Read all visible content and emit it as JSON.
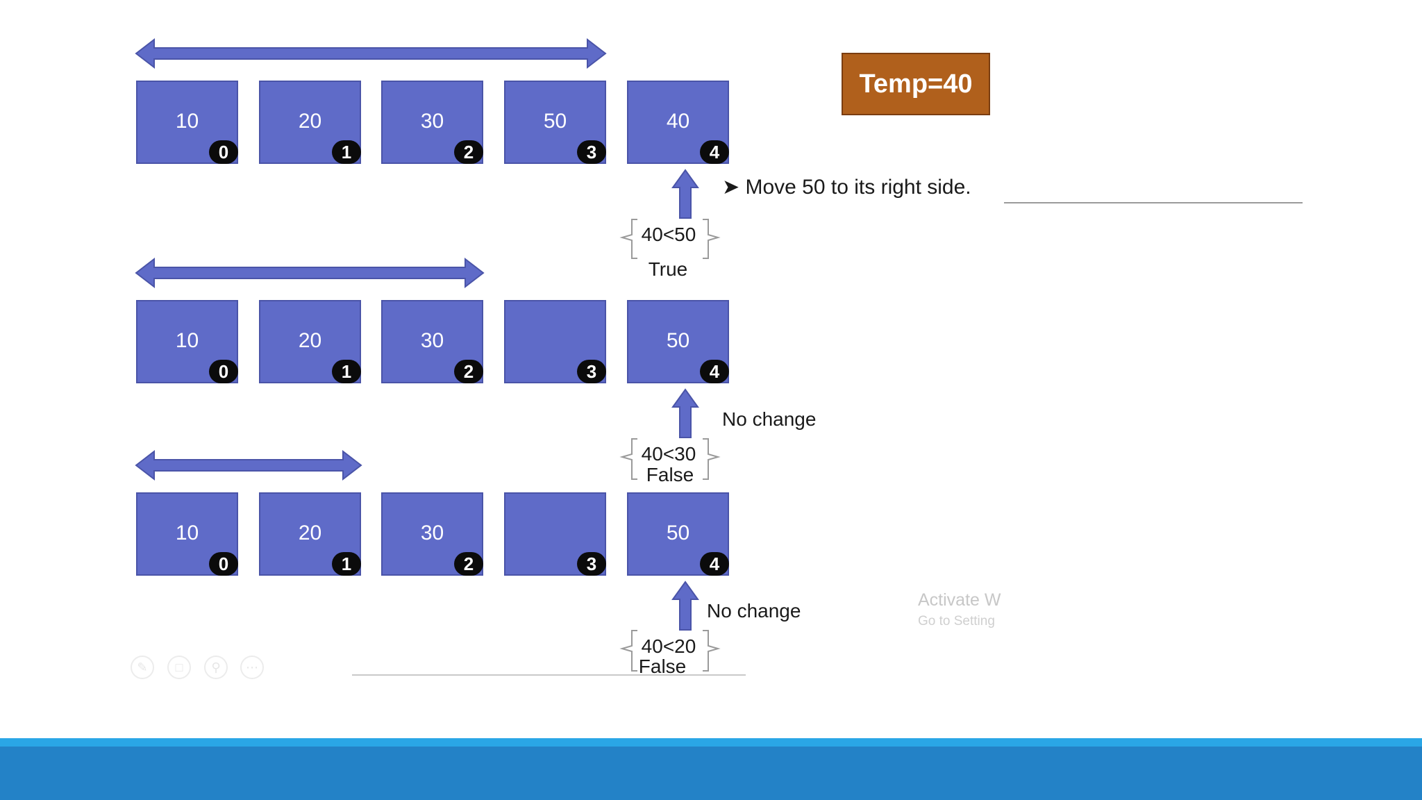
{
  "temp_label": "Temp=40",
  "instruction": "Move 50 to its right side.",
  "rows": [
    {
      "cells": [
        {
          "value": "10",
          "index": "0"
        },
        {
          "value": "20",
          "index": "1"
        },
        {
          "value": "30",
          "index": "2"
        },
        {
          "value": "50",
          "index": "3"
        },
        {
          "value": "40",
          "index": "4"
        }
      ]
    },
    {
      "cells": [
        {
          "value": "10",
          "index": "0"
        },
        {
          "value": "20",
          "index": "1"
        },
        {
          "value": "30",
          "index": "2"
        },
        {
          "value": "",
          "index": "3"
        },
        {
          "value": "50",
          "index": "4"
        }
      ]
    },
    {
      "cells": [
        {
          "value": "10",
          "index": "0"
        },
        {
          "value": "20",
          "index": "1"
        },
        {
          "value": "30",
          "index": "2"
        },
        {
          "value": "",
          "index": "3"
        },
        {
          "value": "50",
          "index": "4"
        }
      ]
    }
  ],
  "comparisons": [
    {
      "expr": "40<50",
      "result": "True"
    },
    {
      "expr": "40<30",
      "result": "False"
    },
    {
      "expr": "40<20",
      "result": "False"
    }
  ],
  "notes": [
    "No change",
    "No change"
  ],
  "watermark": {
    "line1": "Activate W",
    "line2": "Go to Setting"
  },
  "colors": {
    "cell": "#5f6bc8",
    "arrow": "#5f6bc8",
    "temp_box": "#b0601c",
    "footer": "#2382c7",
    "footer_strip": "#2aa6e6"
  }
}
